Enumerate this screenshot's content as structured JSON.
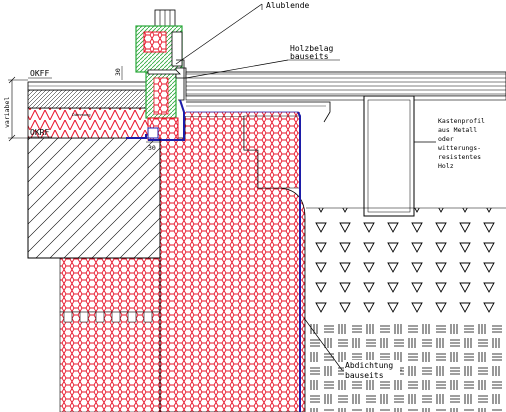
{
  "labels": {
    "alublende": "Alublende",
    "holzbelag_line1": "Holzbelag",
    "holzbelag_line2": "bauseits",
    "kasten_line1": "Kastenprofil",
    "kasten_line2": "aus Metall",
    "kasten_line3": "oder",
    "kasten_line4": "witterungs-",
    "kasten_line5": "resistentes",
    "kasten_line6": "Holz",
    "abdichtung_line1": "Abdichtung",
    "abdichtung_line2": "bauseits",
    "okff": "OKFF",
    "okrf": "OKRF",
    "variabel": "variabel",
    "dim_30_top": "30",
    "dim_30_bottom": "30",
    "insulation_note": "Dämmung"
  },
  "colors": {
    "insulation_red": "#e8142a",
    "waterproofing_blue": "#1c1ca8",
    "frame_green": "#2aa83a",
    "line": "#000000"
  },
  "icons": {
    "gravel": "triangle-symbol",
    "concrete": "diagonal-hatch",
    "insulation": "hex-pattern",
    "soil": "cross-hatch"
  }
}
